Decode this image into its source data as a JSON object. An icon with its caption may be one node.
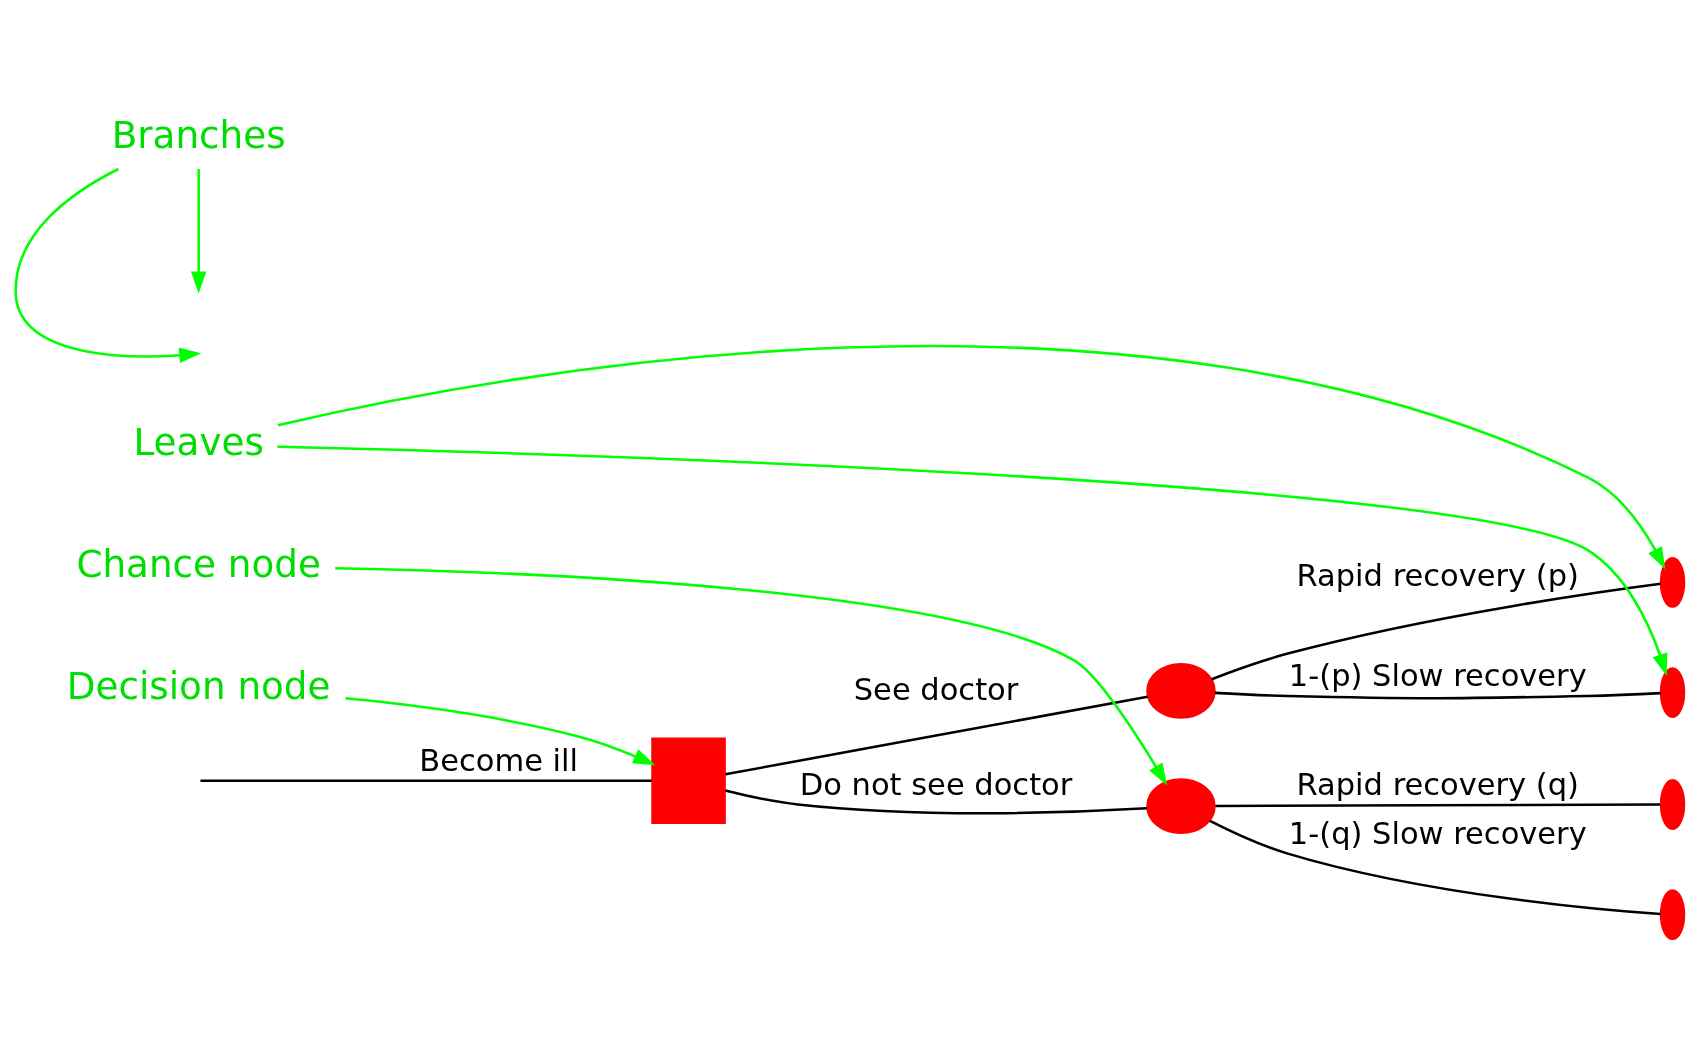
{
  "diagram": {
    "nodes": [
      {
        "text": [],
        "shape": "box"
      },
      {
        "text": [],
        "shape": "circle"
      },
      {
        "text": [],
        "shape": "circle"
      },
      {
        "text": [],
        "shape": "ellipse"
      },
      {
        "text": [],
        "shape": "ellipse"
      },
      {
        "text": [],
        "shape": "ellipse"
      },
      {
        "text": [],
        "shape": "ellipse"
      },
      {
        "text": [
          "Decision node"
        ]
      },
      {
        "text": [
          "Leaves"
        ]
      },
      {
        "text": [
          "Branches"
        ]
      },
      {
        "text": [
          "Chance node"
        ]
      }
    ],
    "edges": [
      {
        "from": null,
        "to": 0,
        "arrow": "none",
        "label": "Become ill"
      },
      {
        "from": 0,
        "to": 1,
        "arrow": "none",
        "label": "See doctor"
      },
      {
        "from": 0,
        "to": 2,
        "arrow": "none",
        "label": "Do not see doctor"
      },
      {
        "from": 1,
        "to": 3,
        "arrow": "none",
        "label": "Rapid recovery (p)"
      },
      {
        "from": 1,
        "to": 4,
        "arrow": "none",
        "label": "1-(p) Slow recovery"
      },
      {
        "from": 2,
        "to": 5,
        "arrow": "none",
        "label": "Rapid recovery (q)"
      },
      {
        "from": 2,
        "to": 6,
        "arrow": "none",
        "label": "1-(q) Slow recovery"
      },
      {
        "from": 7,
        "to": 0,
        "arrow": "to",
        "color": "#00ff00"
      },
      {
        "from": 8,
        "to": 3,
        "arrow": "to",
        "color": "#00ff00"
      },
      {
        "from": 8,
        "to": 4,
        "arrow": "to",
        "color": "#00ff00"
      },
      {
        "from": 9,
        "to": null,
        "arrow": "to",
        "color": "#00ff00"
      },
      {
        "from": 9,
        "to": null,
        "arrow": "to",
        "color": "#00ff00"
      },
      {
        "from": 10,
        "to": 2,
        "arrow": "to",
        "color": "#00ff00"
      }
    ]
  }
}
